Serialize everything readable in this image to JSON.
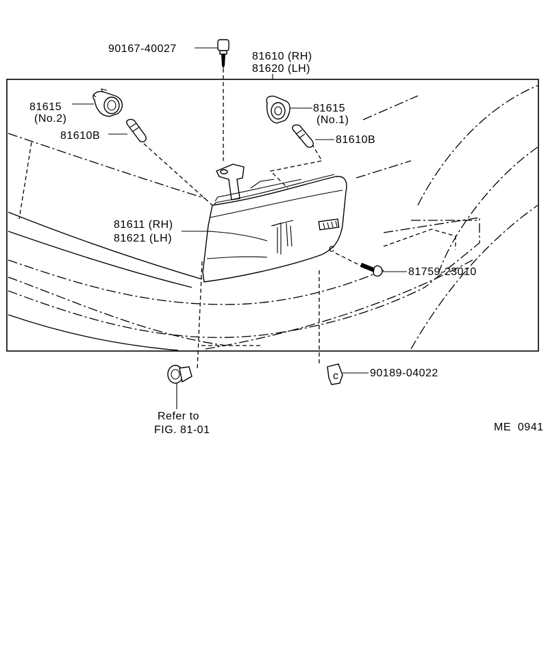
{
  "labels": {
    "screw_top": "90167-40027",
    "assy_rh": "81610 (RH)",
    "assy_lh": "81620 (LH)",
    "socket_left": "81615",
    "socket_left_no": "(No.2)",
    "bulb_left": "81610B",
    "socket_right": "81615",
    "socket_right_no": "(No.1)",
    "bulb_right": "81610B",
    "lens_rh": "81611 (RH)",
    "lens_lh": "81621 (LH)",
    "screw_right": "81759-23010",
    "clip_nut": "90189-04022",
    "refer_line1": "Refer to",
    "refer_line2": "FIG. 81-01",
    "code": "ME  0941"
  }
}
